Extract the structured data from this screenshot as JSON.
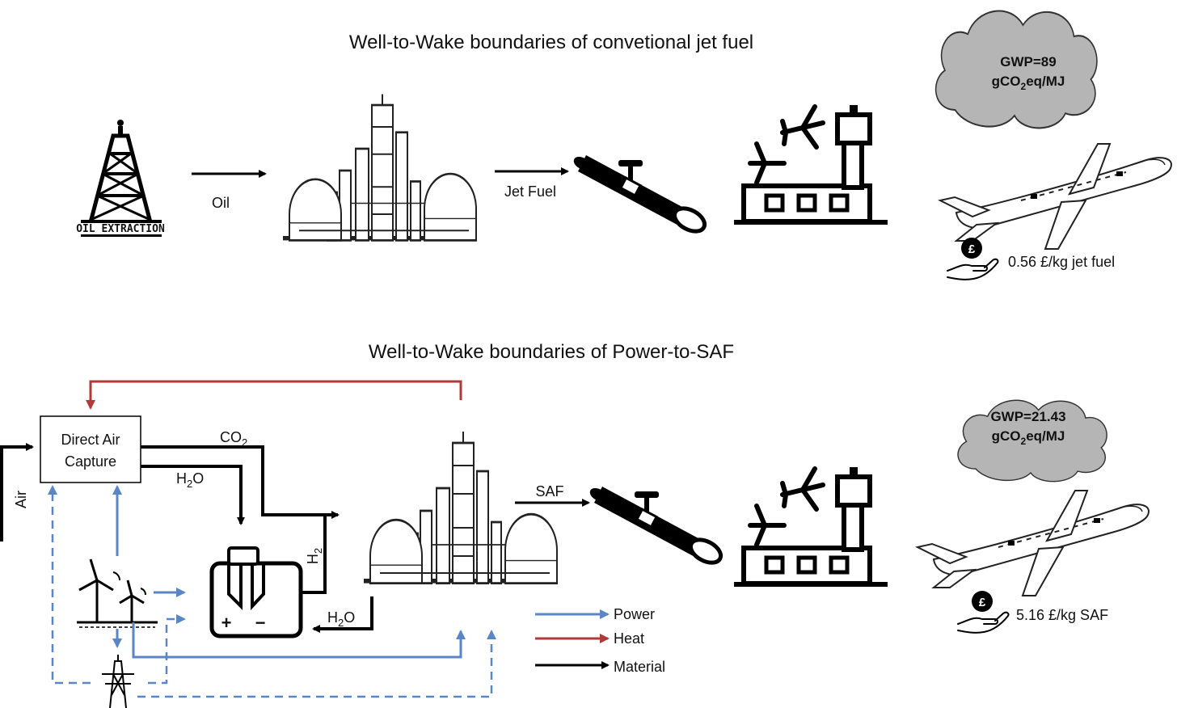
{
  "top": {
    "title": "Well-to-Wake boundaries of convetional jet fuel",
    "oil_extraction_label": "OIL EXTRACTION",
    "flow_oil": "Oil",
    "flow_jet_fuel": "Jet Fuel",
    "gwp_line1": "GWP=89",
    "gwp_line2_pre": "gCO",
    "gwp_line2_sub": "2",
    "gwp_line2_post": "eq/MJ",
    "price": "0.56 £/kg jet fuel",
    "currency_symbol": "£"
  },
  "bottom": {
    "title": "Well-to-Wake boundaries of Power-to-SAF",
    "dac_line1": "Direct Air",
    "dac_line2": "Capture",
    "flow_air": "Air",
    "flow_co2_pre": "CO",
    "flow_co2_sub": "2",
    "flow_h2o_pre": "H",
    "flow_h2o_sub": "2",
    "flow_h2o_post": "O",
    "flow_h2_pre": "H",
    "flow_h2_sub": "2",
    "flow_saf": "SAF",
    "battery_plus": "+",
    "battery_minus": "−",
    "gwp_line1": "GWP=21.43",
    "gwp_line2_pre": "gCO",
    "gwp_line2_sub": "2",
    "gwp_line2_post": "eq/MJ",
    "price": "5.16 £/kg SAF",
    "currency_symbol": "£"
  },
  "legend": {
    "power": "Power",
    "heat": "Heat",
    "material": "Material"
  },
  "colors": {
    "power": "#5b86c5",
    "heat": "#b03a3a",
    "material": "#000000",
    "cloud": "#b5b5b5"
  }
}
